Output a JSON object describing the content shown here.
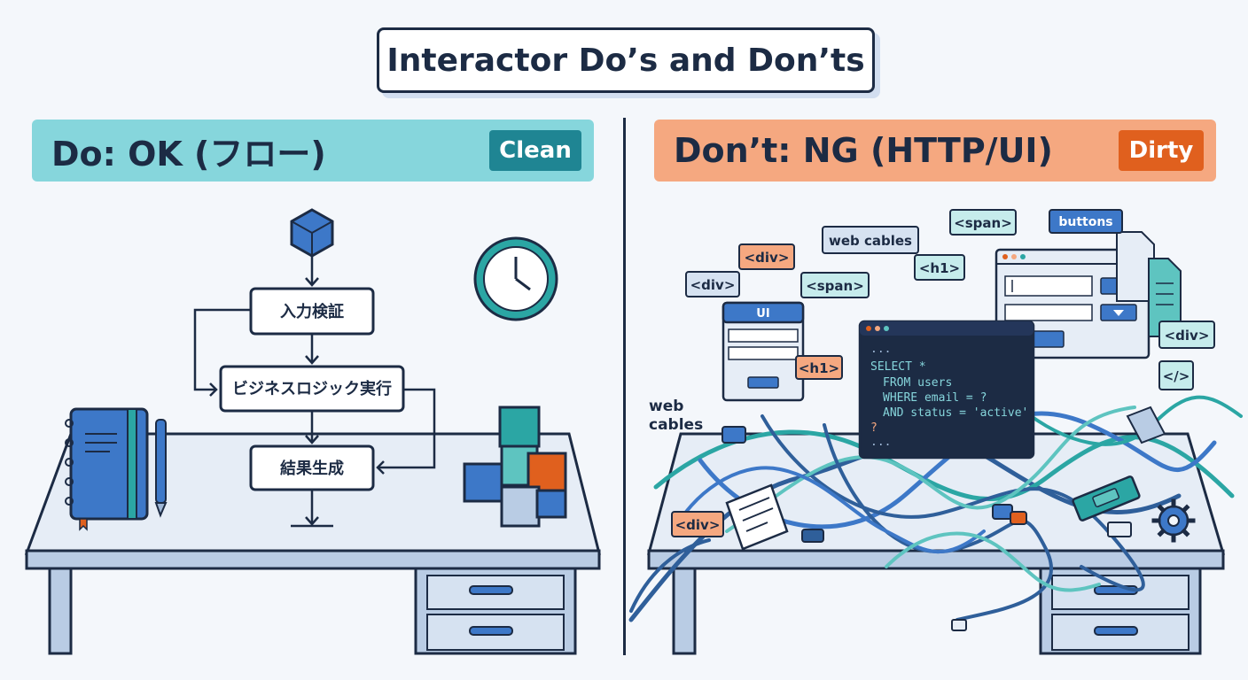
{
  "title": "Interactor Do’s and Don’ts",
  "do_panel": {
    "heading": "Do: OK (フロー)",
    "badge": "Clean",
    "flow_steps": [
      "入力検証",
      "ビジネスロジック実行",
      "結果生成"
    ]
  },
  "dont_panel": {
    "heading": "Don’t: NG (HTTP/UI)",
    "badge": "Dirty",
    "tags": {
      "span_top": "<span>",
      "buttons": "buttons",
      "web_cables_tag": "web cables",
      "div_left": "<div>",
      "div_far_left": "<div>",
      "h1_top": "<h1>",
      "span_mid": "<span>",
      "h1_mid": "<h1>",
      "div_right": "<div>",
      "close_tag": "</>",
      "div_bottom": "<div>"
    },
    "ui_window_label": "UI",
    "web_cables_label": [
      "web",
      "cables"
    ],
    "sql_lines": [
      "...",
      "SELECT *",
      "FROM users",
      "WHERE email = ?",
      "AND status = 'active'",
      "?",
      "..."
    ]
  },
  "colors": {
    "do_banner": "#86d6dc",
    "dont_banner": "#f5a880",
    "clean_badge": "#1f8593",
    "dirty_badge": "#e0601e",
    "ink": "#1c2b44"
  }
}
